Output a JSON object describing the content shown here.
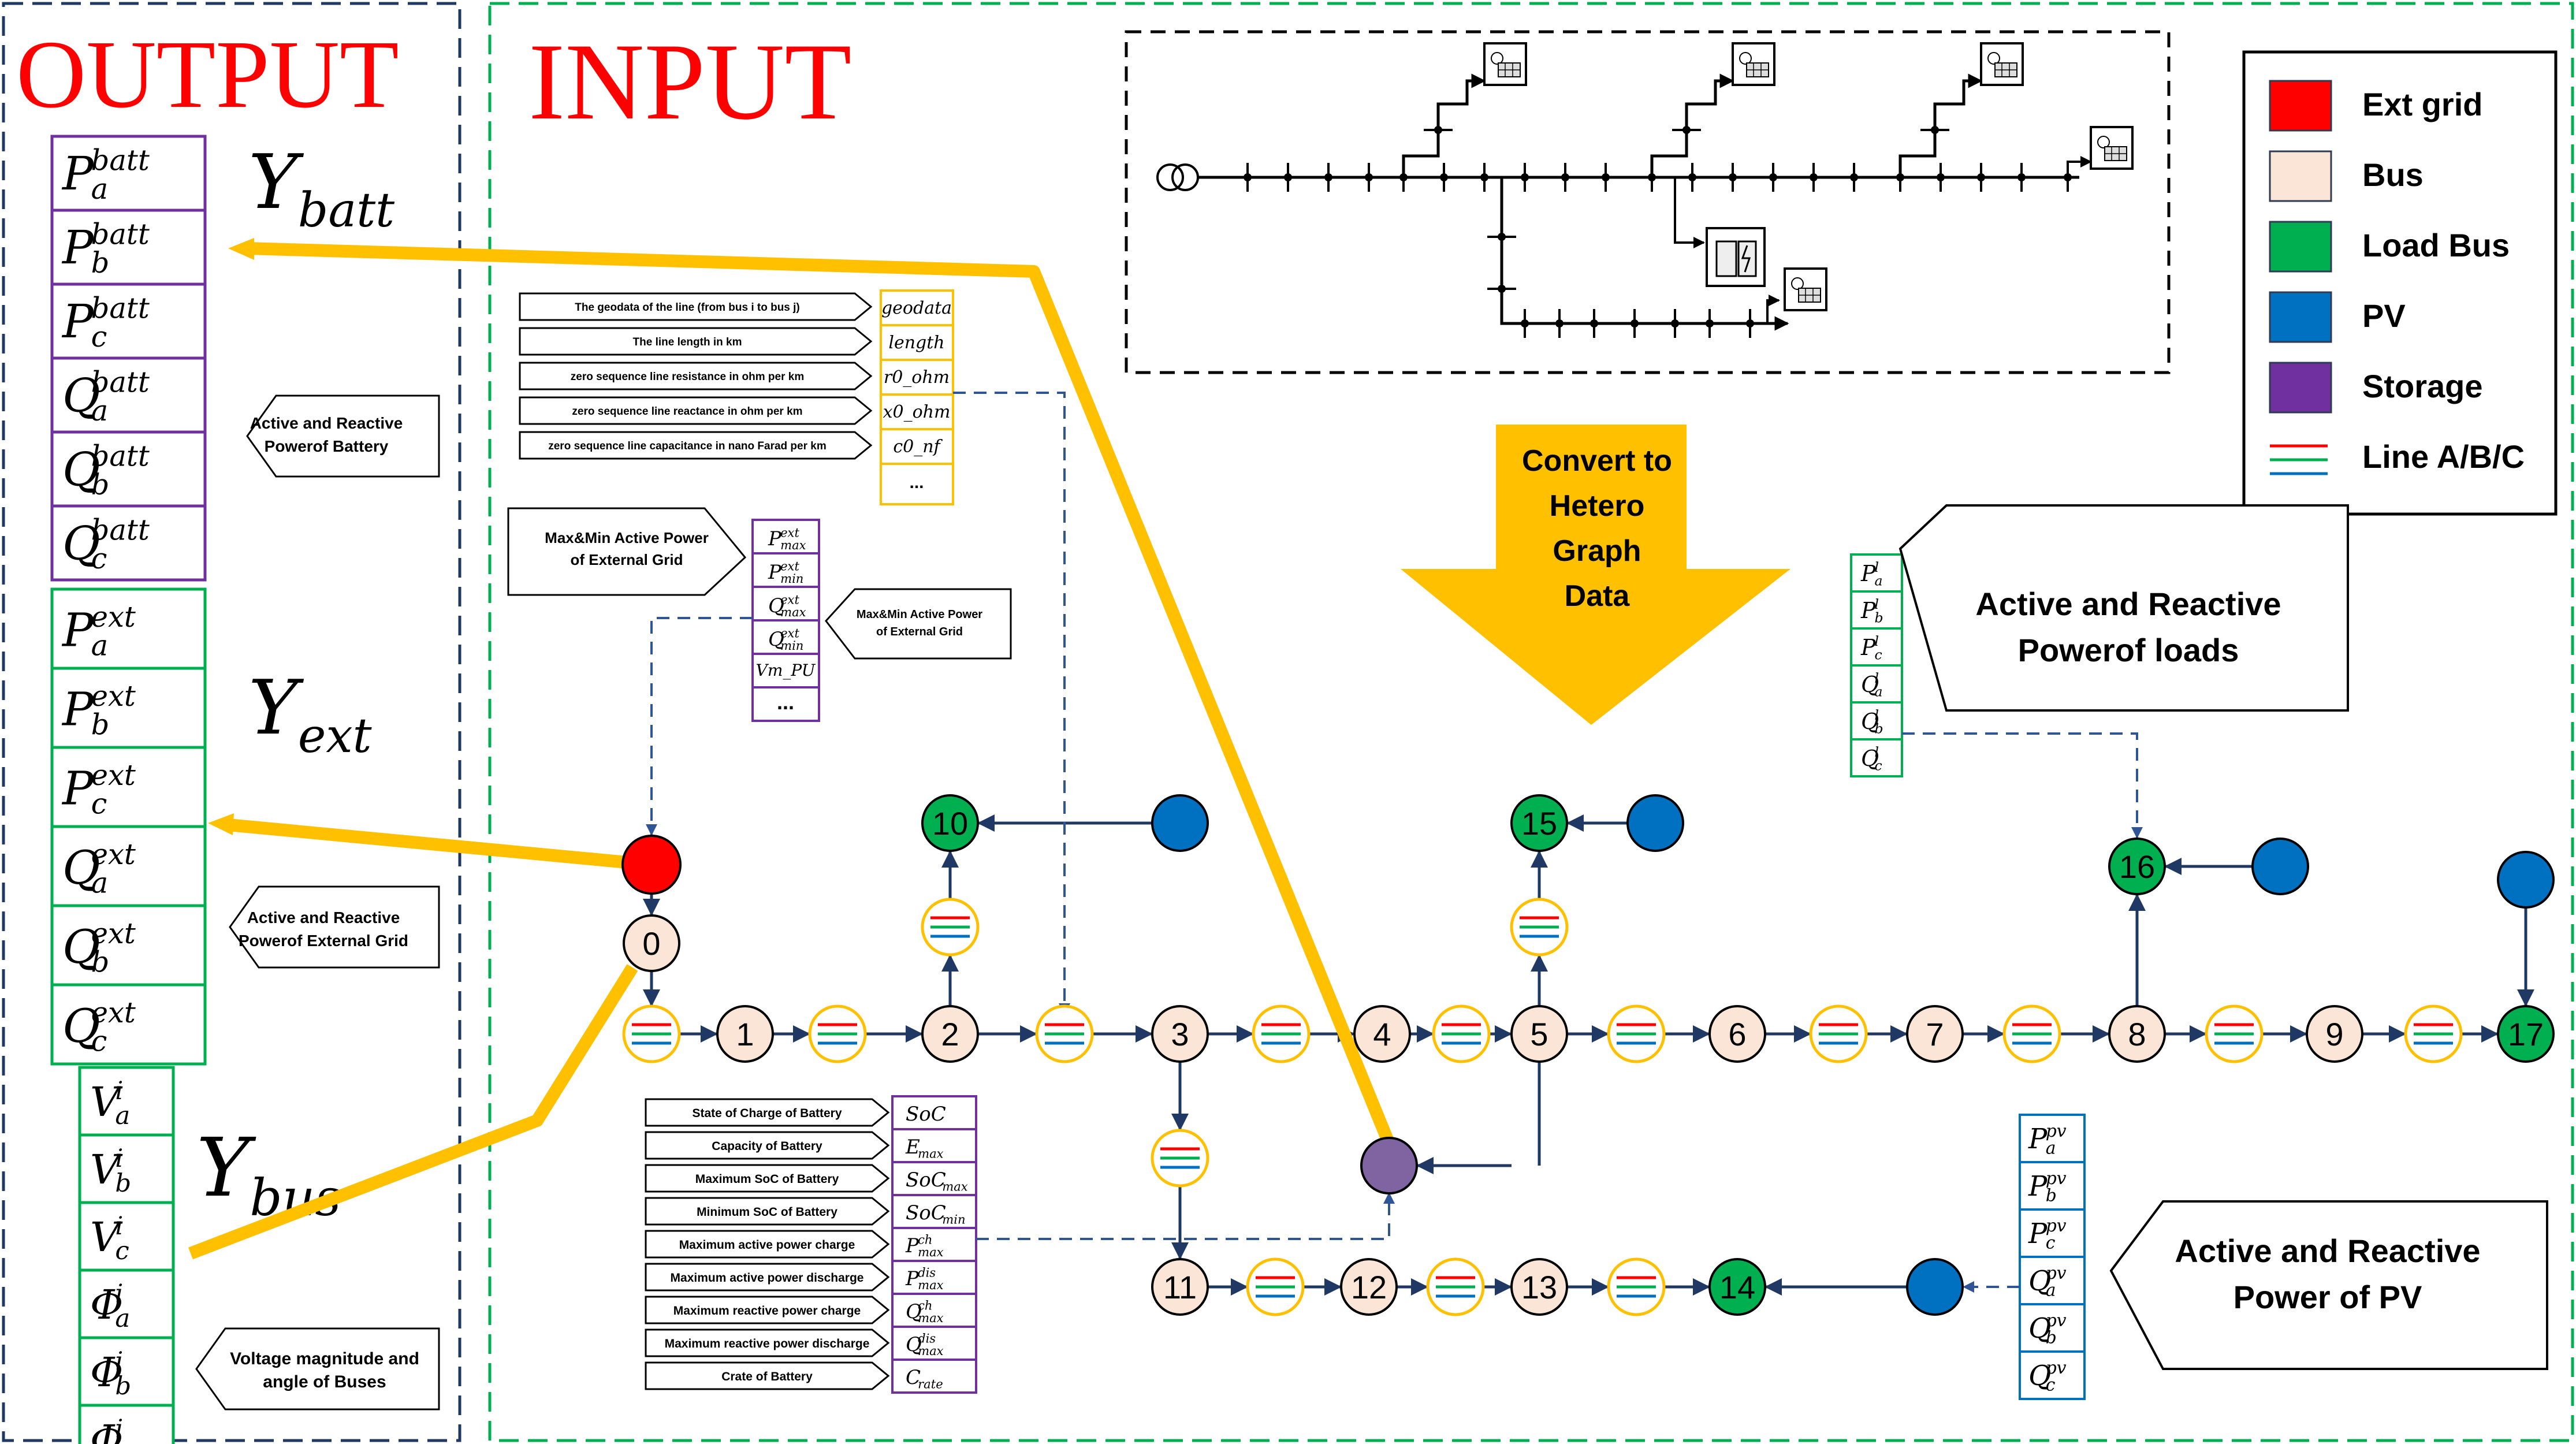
{
  "titles": {
    "output": "OUTPUT",
    "input": "INPUT"
  },
  "y_labels": {
    "batt": {
      "base": "Y",
      "sub": "batt"
    },
    "ext": {
      "base": "Y",
      "sub": "ext"
    },
    "bus": {
      "base": "Y",
      "sub": "bus"
    }
  },
  "output_batt": [
    {
      "b": "P",
      "sup": "batt",
      "sub": "a"
    },
    {
      "b": "P",
      "sup": "batt",
      "sub": "b"
    },
    {
      "b": "P",
      "sup": "batt",
      "sub": "c"
    },
    {
      "b": "Q",
      "sup": "batt",
      "sub": "a"
    },
    {
      "b": "Q",
      "sup": "batt",
      "sub": "b"
    },
    {
      "b": "Q",
      "sup": "batt",
      "sub": "c"
    }
  ],
  "output_ext": [
    {
      "b": "P",
      "sup": "ext",
      "sub": "a"
    },
    {
      "b": "P",
      "sup": "ext",
      "sub": "b"
    },
    {
      "b": "P",
      "sup": "ext",
      "sub": "c"
    },
    {
      "b": "Q",
      "sup": "ext",
      "sub": "a"
    },
    {
      "b": "Q",
      "sup": "ext",
      "sub": "b"
    },
    {
      "b": "Q",
      "sup": "ext",
      "sub": "c"
    }
  ],
  "output_bus": [
    {
      "b": "V",
      "sup": "i",
      "sub": "a"
    },
    {
      "b": "V",
      "sup": "i",
      "sub": "b"
    },
    {
      "b": "V",
      "sup": "i",
      "sub": "c"
    },
    {
      "b": "Φ",
      "sup": "i",
      "sub": "a"
    },
    {
      "b": "Φ",
      "sup": "i",
      "sub": "b"
    },
    {
      "b": "Φ",
      "sup": "i",
      "sub": "c"
    }
  ],
  "callouts": {
    "battery": [
      "Active and Reactive",
      "Powerof Battery"
    ],
    "ext_grid": [
      "Active and Reactive",
      "Powerof External Grid"
    ],
    "voltage": [
      "Voltage magnitude and",
      "angle of Buses"
    ],
    "ext_minmax_1": [
      "Max&Min Active Power",
      "of External Grid"
    ],
    "ext_minmax_2": [
      "Max&Min Active Power",
      "of External Grid"
    ],
    "loads": [
      "Active and Reactive",
      "Powerof loads"
    ],
    "pv": [
      "Active and Reactive",
      "Power of PV"
    ]
  },
  "line_features": {
    "descriptions": [
      "The geodata of the line (from bus i to bus j)",
      "The line length in km",
      "zero sequence line resistance in ohm per km",
      "zero sequence line reactance in ohm per km",
      "zero sequence line capacitance in nano Farad per km"
    ],
    "values": [
      "geodata",
      "length",
      "r0_ohm",
      "x0_ohm",
      "c0_nf",
      "..."
    ]
  },
  "ext_features": [
    {
      "b": "P",
      "sup": "ext",
      "sub": "max"
    },
    {
      "b": "P",
      "sup": "ext",
      "sub": "min"
    },
    {
      "b": "Q",
      "sup": "ext",
      "sub": "max"
    },
    {
      "b": "Q",
      "sup": "ext",
      "sub": "min"
    },
    {
      "b": "Vm_PU",
      "sup": "",
      "sub": ""
    },
    {
      "b": "...",
      "sup": "",
      "sub": ""
    }
  ],
  "battery_features": {
    "descriptions": [
      "State of Charge of Battery",
      "Capacity of Battery",
      "Maximum SoC of Battery",
      "Minimum SoC of Battery",
      "Maximum active power charge",
      "Maximum active power discharge",
      "Maximum reactive power charge",
      "Maximum reactive power discharge",
      "Crate of Battery"
    ],
    "values": [
      {
        "b": "SoC",
        "sup": "",
        "sub": ""
      },
      {
        "b": "E",
        "sup": "",
        "sub": "max"
      },
      {
        "b": "SoC",
        "sup": "",
        "sub": "max"
      },
      {
        "b": "SoC",
        "sup": "",
        "sub": "min"
      },
      {
        "b": "P",
        "sup": "ch",
        "sub": "max"
      },
      {
        "b": "P",
        "sup": "dis",
        "sub": "max"
      },
      {
        "b": "Q",
        "sup": "ch",
        "sub": "max"
      },
      {
        "b": "Q",
        "sup": "dis",
        "sub": "max"
      },
      {
        "b": "C",
        "sup": "",
        "sub": "rate"
      }
    ]
  },
  "load_features": [
    {
      "b": "P",
      "sup": "l",
      "sub": "a"
    },
    {
      "b": "P",
      "sup": "l",
      "sub": "b"
    },
    {
      "b": "P",
      "sup": "l",
      "sub": "c"
    },
    {
      "b": "Q",
      "sup": "l",
      "sub": "a"
    },
    {
      "b": "Q",
      "sup": "l",
      "sub": "b"
    },
    {
      "b": "Q",
      "sup": "l",
      "sub": "c"
    }
  ],
  "pv_features": [
    {
      "b": "P",
      "sup": "pv",
      "sub": "a"
    },
    {
      "b": "P",
      "sup": "pv",
      "sub": "b"
    },
    {
      "b": "P",
      "sup": "pv",
      "sub": "c"
    },
    {
      "b": "Q",
      "sup": "pv",
      "sub": "a"
    },
    {
      "b": "Q",
      "sup": "pv",
      "sub": "b"
    },
    {
      "b": "Q",
      "sup": "pv",
      "sub": "c"
    }
  ],
  "convert_arrow": [
    "Convert to",
    "Hetero",
    "Graph",
    "Data"
  ],
  "legend": [
    {
      "label": "Ext grid",
      "kind": "square",
      "color": "#ff0000"
    },
    {
      "label": "Bus",
      "kind": "square",
      "color": "#fbe5d6"
    },
    {
      "label": "Load Bus",
      "kind": "square",
      "color": "#00b050"
    },
    {
      "label": "PV",
      "kind": "square",
      "color": "#0070c0"
    },
    {
      "label": "Storage",
      "kind": "square",
      "color": "#7030a0"
    },
    {
      "label": "Line A/B/C",
      "kind": "lines",
      "color": ""
    }
  ],
  "graph": {
    "nodes": [
      {
        "id": "0",
        "type": "bus"
      },
      {
        "id": "1",
        "type": "bus"
      },
      {
        "id": "2",
        "type": "bus"
      },
      {
        "id": "3",
        "type": "bus"
      },
      {
        "id": "4",
        "type": "bus"
      },
      {
        "id": "5",
        "type": "bus"
      },
      {
        "id": "6",
        "type": "bus"
      },
      {
        "id": "7",
        "type": "bus"
      },
      {
        "id": "8",
        "type": "bus"
      },
      {
        "id": "9",
        "type": "bus"
      },
      {
        "id": "10",
        "type": "load"
      },
      {
        "id": "11",
        "type": "bus"
      },
      {
        "id": "12",
        "type": "bus"
      },
      {
        "id": "13",
        "type": "bus"
      },
      {
        "id": "14",
        "type": "load"
      },
      {
        "id": "15",
        "type": "load"
      },
      {
        "id": "16",
        "type": "load"
      },
      {
        "id": "17",
        "type": "load"
      }
    ]
  },
  "colors": {
    "ext_grid": "#ff0000",
    "bus": "#fbe5d6",
    "load": "#00b050",
    "pv": "#0070c0",
    "storage": "#8064a2",
    "line_a": "#ff0000",
    "line_b": "#00b050",
    "line_c": "#0070c0",
    "edge": "#1f3864",
    "connector": "#ffc000",
    "output_batt_border": "#7030a0",
    "output_ext_border": "#00b050",
    "output_bus_border": "#00b050",
    "line_feat_border": "#ffc000",
    "ext_feat_border": "#7030a0",
    "batt_feat_border": "#7030a0",
    "load_feat_border": "#00b050",
    "pv_feat_border": "#0070c0"
  }
}
